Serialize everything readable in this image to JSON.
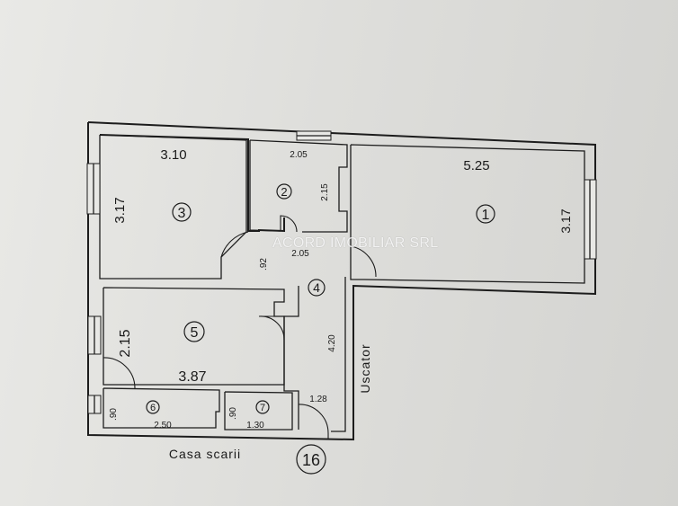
{
  "watermark": "ACORD IMOBILIAR SRL",
  "rooms": {
    "r1": {
      "number": "1",
      "width": "5.25",
      "height": "3.17"
    },
    "r2": {
      "number": "2",
      "width": "2.05",
      "height": "2.15",
      "door_width": "2.05"
    },
    "r3": {
      "number": "3",
      "width": "3.10",
      "height": "3.17"
    },
    "r4": {
      "number": "4",
      "length": "4.20",
      "width": ".92"
    },
    "r5": {
      "number": "5",
      "width": "3.87",
      "height": "2.15"
    },
    "r6": {
      "number": "6",
      "width": "2.50",
      "height": ".90"
    },
    "r7": {
      "number": "7",
      "width": "1.30",
      "height": ".90"
    }
  },
  "entrance": {
    "width": "1.28",
    "apartment_number": "16"
  },
  "labels": {
    "uscator": "Uscator",
    "casa_scarii": "Casa scarii"
  }
}
